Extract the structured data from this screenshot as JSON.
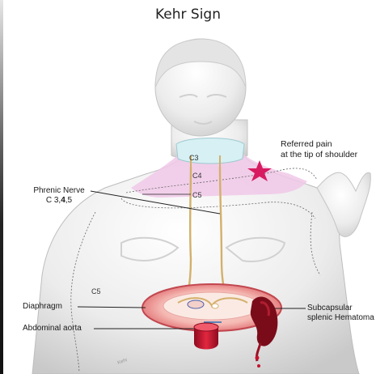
{
  "title": "Kehr Sign",
  "labels": {
    "referred_pain_line1": "Referred pain",
    "referred_pain_line2": "at the tip of shoulder",
    "phrenic_nerve_line1": "Phrenic Nerve",
    "phrenic_nerve_prefix": "C 3,",
    "phrenic_nerve_bold": "4",
    "phrenic_nerve_suffix": ",5",
    "diaphragm": "Diaphragm",
    "abdominal_aorta": "Abdominal aorta",
    "subcapsular_line1": "Subcapsular",
    "subcapsular_line2": "splenic Hematoma"
  },
  "vertebrae": {
    "c3": "C3",
    "c4": "C4",
    "c5_neck": "C5",
    "c5_side": "C5"
  },
  "colors": {
    "nerve": "#d3b06a",
    "dermatome_pink": "#f0c8e8",
    "neck_collar": "#d6f0f4",
    "star": "#d81b60",
    "diaphragm": "#f2a3a3",
    "diaphragm_rim": "#c2474f",
    "aorta": "#c8102e",
    "hematoma": "#7a0c1a"
  },
  "icons": {
    "pain_marker": "star-icon"
  }
}
